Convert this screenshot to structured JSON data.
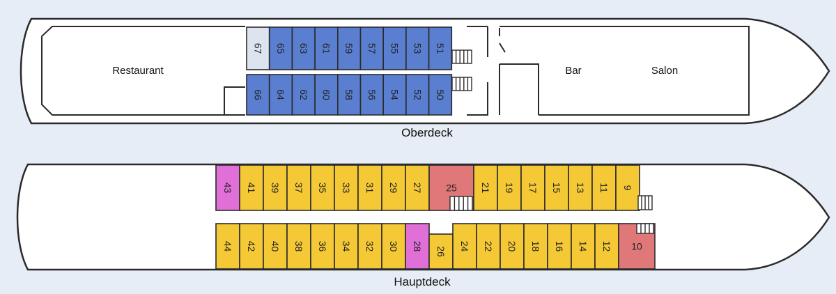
{
  "colors": {
    "background": "#e6edf6",
    "upper_cabin": "#5a7fd0",
    "upper_cabin_light": "#dde3ef",
    "main_cabin": "#f5c936",
    "pink_cabin": "#e070d8",
    "red_cabin": "#e0787a"
  },
  "oberdeck": {
    "label": "Oberdeck",
    "rooms": {
      "restaurant": "Restaurant",
      "bar": "Bar",
      "salon": "Salon"
    },
    "top_row": [
      "67",
      "65",
      "63",
      "61",
      "59",
      "57",
      "55",
      "53",
      "51"
    ],
    "bottom_row": [
      "66",
      "64",
      "62",
      "60",
      "58",
      "56",
      "54",
      "52",
      "50"
    ]
  },
  "hauptdeck": {
    "label": "Hauptdeck",
    "top_row": [
      "43",
      "41",
      "39",
      "37",
      "35",
      "33",
      "31",
      "29",
      "27",
      "25",
      "21",
      "19",
      "17",
      "15",
      "13",
      "11",
      "9"
    ],
    "bottom_row": [
      "44",
      "42",
      "40",
      "38",
      "36",
      "34",
      "32",
      "30",
      "28",
      "26",
      "24",
      "22",
      "20",
      "18",
      "16",
      "14",
      "12",
      "10"
    ]
  }
}
